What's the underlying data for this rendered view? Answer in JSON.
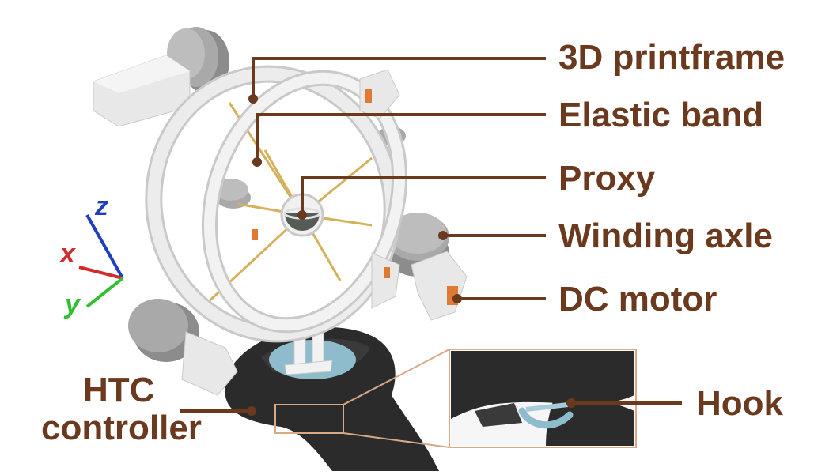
{
  "colors": {
    "label": "#6b3a1e",
    "frame": "#e8e8e8",
    "frame_edge": "#c9c9c9",
    "axle": "#a9a9a9",
    "axle_dark": "#8c8c8c",
    "band": "#d4b15a",
    "motor": "#e07a32",
    "controller": "#2b2b2b",
    "controller_light": "#3a3a3a",
    "pad": "#8fbccc",
    "inset_border": "#d8a987",
    "axis_x": "#d22b2b",
    "axis_y": "#2fc02f",
    "axis_z": "#1f3fbf"
  },
  "labels": {
    "frame": "3D printframe",
    "band": "Elastic band",
    "proxy": "Proxy",
    "axle": "Winding axle",
    "motor": "DC motor",
    "controller_line1": "HTC",
    "controller_line2": "controller",
    "hook": "Hook"
  },
  "axes": {
    "x": "x",
    "y": "y",
    "z": "z"
  }
}
